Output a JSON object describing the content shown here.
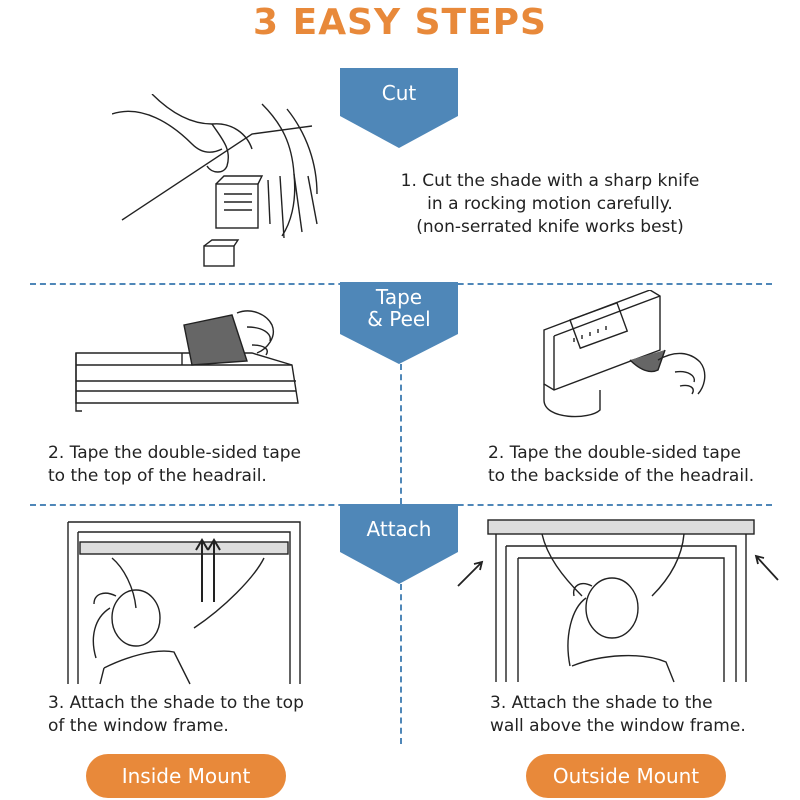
{
  "title": "3 EASY STEPS",
  "steps": {
    "cut": {
      "banner": "Cut",
      "lines": [
        "1. Cut the shade with a sharp knife",
        "in a rocking motion carefully.",
        "(non-serrated knife works best)"
      ]
    },
    "tape": {
      "banner_lines": [
        "Tape",
        "& Peel"
      ],
      "left_lines": [
        "2. Tape the double-sided tape",
        "to the top of the headrail."
      ],
      "right_lines": [
        "2. Tape the double-sided tape",
        "to the backside of the headrail."
      ]
    },
    "attach": {
      "banner": "Attach",
      "left_lines": [
        "3. Attach the shade to the top",
        "of the window frame."
      ],
      "right_lines": [
        "3. Attach the shade to the",
        "wall above the window frame."
      ]
    }
  },
  "mounts": {
    "inside": "Inside Mount",
    "outside": "Outside Mount"
  },
  "colors": {
    "accent_orange": "#e8893a",
    "banner_blue": "#4f87b8",
    "line_art": "#222222"
  }
}
